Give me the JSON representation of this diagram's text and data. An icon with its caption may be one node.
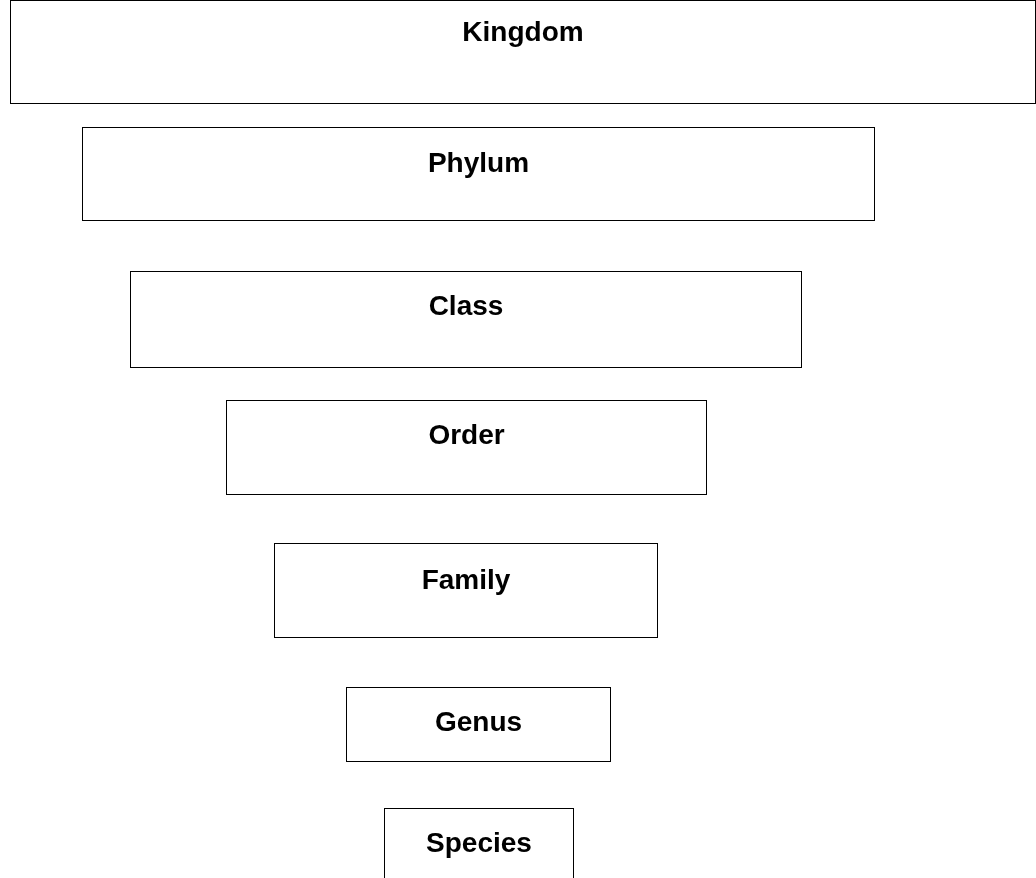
{
  "diagram": {
    "nodes": [
      {
        "text": [
          "Kingdom"
        ]
      },
      {
        "text": [
          "Phylum"
        ]
      },
      {
        "text": [
          "Class"
        ]
      },
      {
        "text": [
          "Order"
        ]
      },
      {
        "text": [
          "Family"
        ]
      },
      {
        "text": [
          "Genus"
        ]
      },
      {
        "text": [
          "Species"
        ]
      }
    ]
  }
}
